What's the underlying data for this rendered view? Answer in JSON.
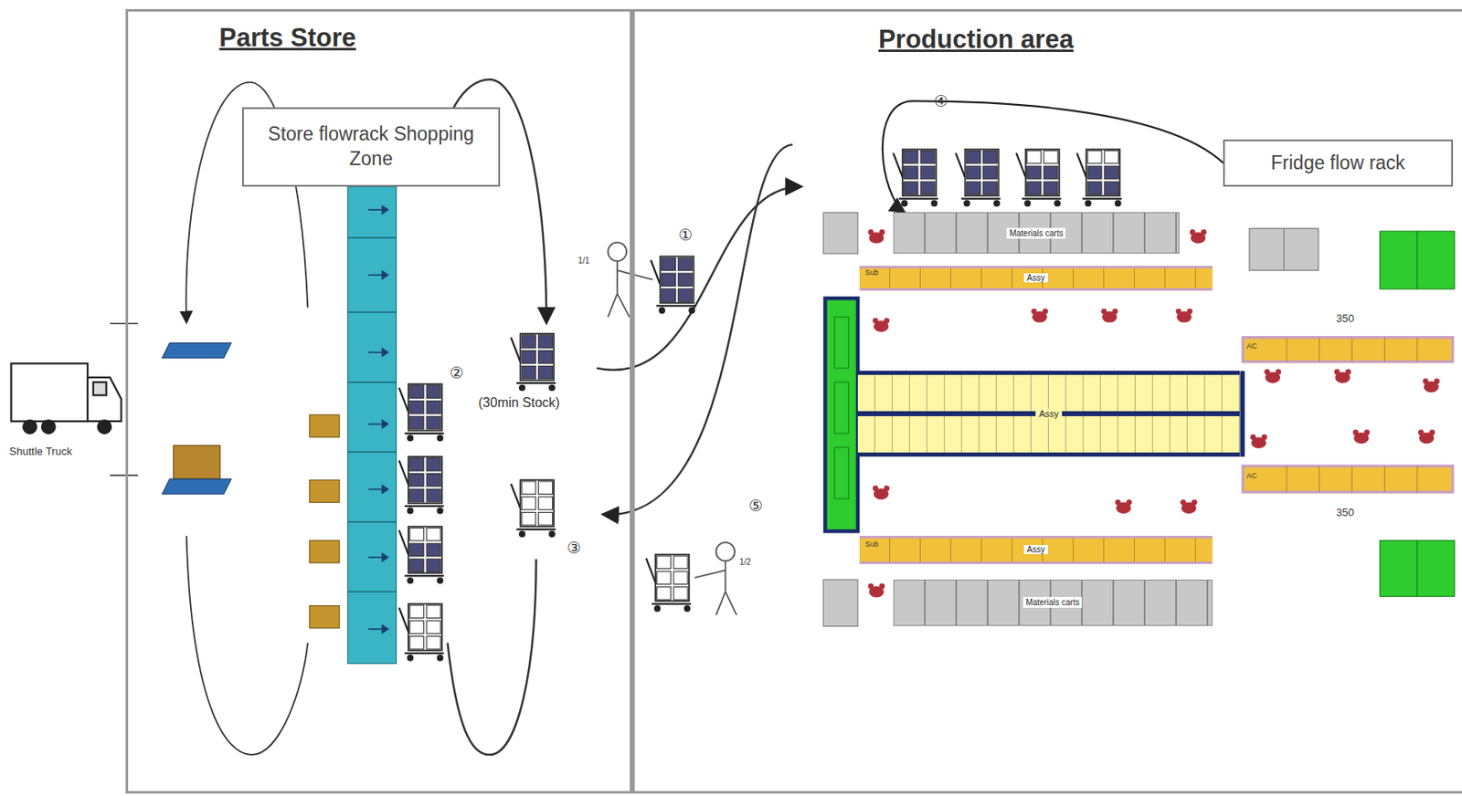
{
  "diagram": {
    "nodes": [
      {
        "text": [
          "Parts Store"
        ]
      },
      {
        "text": [
          "Production area"
        ]
      },
      {
        "text": [
          "Store flowrack Shopping Zone"
        ],
        "in": 0
      },
      {
        "text": [
          "Fridge flow rack"
        ],
        "in": 1
      },
      {
        "text": [
          "Materials carts"
        ],
        "in": 1
      },
      {
        "text": [
          "Assy"
        ],
        "in": 1
      },
      {
        "text": [
          "Assy"
        ],
        "in": 1
      },
      {
        "text": [
          "Assy"
        ],
        "in": 1
      },
      {
        "text": [
          "Materials carts"
        ],
        "in": 1
      }
    ],
    "edges": [
      {
        "from": 3,
        "to": 4,
        "arrow": "to"
      }
    ],
    "labels": [
      "Shuttle Truck",
      "(30min Stock)",
      "①",
      "②",
      "③",
      "④",
      "⑤",
      "350",
      "350",
      "Sub",
      "Sub",
      "AC",
      "AC",
      "1/1",
      "1/2"
    ]
  }
}
